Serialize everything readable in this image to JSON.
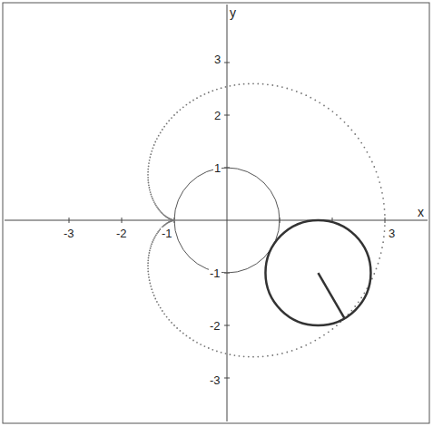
{
  "diagram": {
    "labels": [
      "y",
      "x",
      "3",
      "2",
      "1",
      "-1",
      "-2",
      "-3",
      "-3",
      "-2",
      "-1",
      "3"
    ]
  }
}
